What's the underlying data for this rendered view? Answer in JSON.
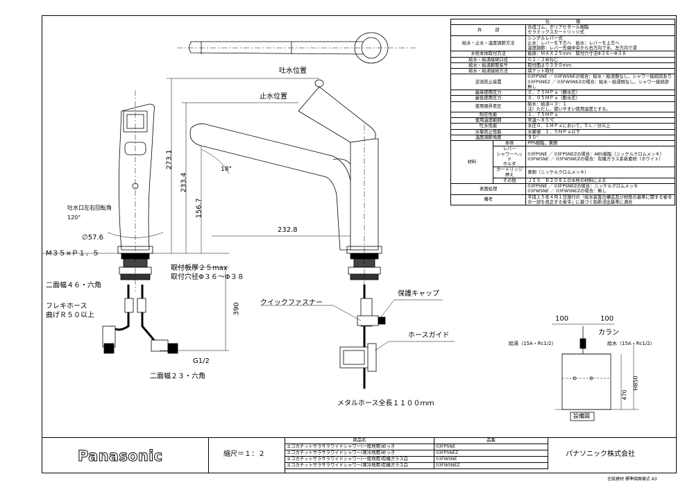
{
  "labels": {
    "spout_position": "吐水位置",
    "stop_position": "止水位置",
    "swing_angle_title": "吐水口左右回転角",
    "swing_angle_value": "120°",
    "tilt_angle": "18°",
    "dim_273": "273.1",
    "dim_233": "233.4",
    "dim_156": "156.7",
    "dim_232": "232.8",
    "dim_390": "390",
    "dim_diam": "∅57.6",
    "thread": "M３５×Ｐ１．５",
    "hex46": "二面幅４６・六角",
    "plate_thickness": "取付板厚２５max",
    "plate_hole": "取付穴径Φ３６～Φ３８",
    "flex_hose_1": "フレキホース",
    "flex_hose_2": "曲げＲ５０以上",
    "g12": "G1/2",
    "hex23": "二面幅２３・六角",
    "quick_fastener": "クイックファスナー",
    "protect_cap": "保護キャップ",
    "hose_guide": "ホースガイド",
    "metal_hose": "メタルホース全長１１００ｍｍ",
    "dim_100a": "100",
    "dim_100b": "100",
    "collar": "カラン",
    "hot_supply": "給湯（15A・Rc1/2）",
    "cold_supply": "給水（15A・Rc1/2）",
    "dim_470": "470",
    "dim_h850": "H850",
    "install_title": "設備図"
  },
  "spec": {
    "header": "仕　　　　　　様",
    "rows": [
      {
        "k": "弁　　　部",
        "v": "合成ゴム，ポリアセタール樹脂\nセラミックスカートリッジ式"
      },
      {
        "k": "給水・止水・温度調節方法",
        "v": "シングルレバー式\n止水：レバーを下方へ　給水：レバーを上方へ\n温度調節：レバー先端中央から右方向で水、左方向で湯"
      },
      {
        "k": "水栓本体取付方法",
        "v": "板厚：ＭＡＸ２５ｍｍ　取付穴寸法Φ３６～Φ３８"
      },
      {
        "k": "給水・給湯接続口径",
        "v": "Ｇ１／２めねじ"
      },
      {
        "k": "給水・給湯銅管長サ",
        "v": "取付面より３９０ｍｍ"
      },
      {
        "k": "給水・給湯接続方法",
        "v": "袋ナット取付"
      },
      {
        "k": "逆流防止装置",
        "v": "03FPSNE ／ 03FWSNEの場合：給水・給湯側なし，シャワー接続部あり\n03FPSNEZ ／ 03FWSNEZの場合：給水・給湯側なし，シャワー接続部無し"
      },
      {
        "k": "最高使用圧力",
        "v": "０．７５ＭＰａ（静水圧）"
      },
      {
        "k": "最低使用圧力",
        "v": "０．０５ＭＰａ（動水圧）"
      },
      {
        "k": "使用限界差圧",
        "v": "給水：給湯＝３：１\n注）ただし，使いやすい使用温度とする。"
      },
      {
        "k": "耐圧性能",
        "v": "１．７５ＭＰａ"
      },
      {
        "k": "使用温度範囲",
        "v": "常温～８５℃"
      },
      {
        "k": "吐水性能",
        "v": "水圧０．１ＭＰａにおいて，５Ｌ／分以上"
      },
      {
        "k": "水撃防止性能",
        "v": "水撃値　１．５ＭＰａ以下"
      },
      {
        "k": "温度調節角度",
        "v": "９０°"
      }
    ],
    "material_label": "材料",
    "materials": [
      {
        "k": "本体",
        "v": "PPS樹脂，黄銅"
      },
      {
        "k": "レバー\nシャワーヘッド\nホルダ",
        "v": "03FPSNE ／ 03FPSNEZの場合：ABS樹脂（ニッケルクロムメッキ）\n03FWSNE ／ 03FWSNEZの場合：有機ガラス系新素材（ホワイト）"
      },
      {
        "k": "カートリッジ押え",
        "v": "黄銅（ニッケルクロムメッキ）"
      },
      {
        "k": "その他",
        "v": "ＪＩＳ　Ｂ２０６１の水栓の材料による"
      }
    ],
    "surface_k": "表面処理",
    "surface_v": "03FPSNE ／ 03FPSNEZの場合：ニッケルクロムメッキ\n03FWSNE ／ 03FWSNEZの場合：無し",
    "note_k": "備考",
    "note_v": "平成１５年４月１日施行の「給水装置の構造及び材質の基準に関する省令の一部を改正する省令」に基づく鉛新浸出基準に適合"
  },
  "title_block": {
    "logo": "Panasonic",
    "scale": "縮尺＝１：２",
    "product_header": "商品名",
    "code_header": "品番",
    "products": [
      {
        "name": "エコカチットサラサラワイドシャワー(一般地用)めっき",
        "code": "03FPSNE"
      },
      {
        "name": "エコカチットサラサラワイドシャワー(寒冷地用)めっき",
        "code": "03FPSNEZ"
      },
      {
        "name": "エコカチットサラサラワイドシャワー(一般地用)有機ガラス白",
        "code": "03FWSNE"
      },
      {
        "name": "エコカチットサラサラワイドシャワー(寒冷地用)有機ガラス白",
        "code": "03FWSNEZ"
      }
    ],
    "company": "パナソニック株式会社",
    "footer": "住設建材 標準図面様式 A3"
  }
}
